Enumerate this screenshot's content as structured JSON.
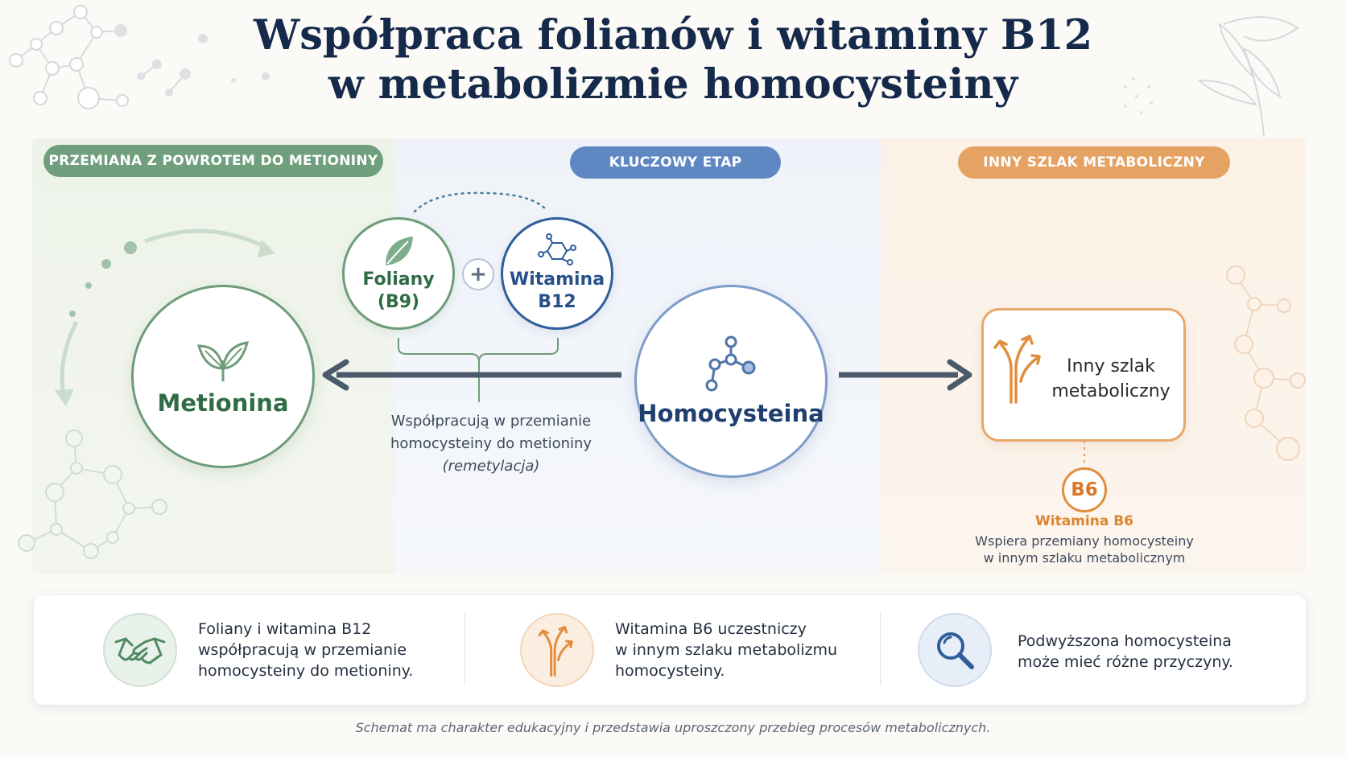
{
  "title": {
    "line1": "Współpraca folianów i witaminy B12",
    "line2": "w metabolizmie homocysteiny"
  },
  "sections": {
    "left_header": "PRZEMIANA Z POWROTEM DO METIONINY",
    "center_header": "KLUCZOWY ETAP",
    "right_header": "INNY SZLAK METABOLICZNY"
  },
  "nodes": {
    "metionina": "Metionina",
    "foliany_line1": "Foliany",
    "foliany_line2": "(B9)",
    "b12_line1": "Witamina",
    "b12_line2": "B12",
    "plus": "+",
    "homocysteina": "Homocysteina"
  },
  "remethylation": {
    "line1": "Współpracują w przemianie",
    "line2": "homocysteiny do metioniny",
    "line3": "(remetylacja)"
  },
  "other_path": {
    "line1": "Inny szlak",
    "line2": "metaboliczny",
    "badge": "B6",
    "vitamin_name": "Witamina B6",
    "desc_line1": "Wspiera przemiany homocysteiny",
    "desc_line2": "w innym szlaku metabolicznym"
  },
  "summary": [
    {
      "icon": "handshake-icon",
      "line1": "Foliany i witamina B12",
      "line2": "współpracują w przemianie",
      "line3": "homocysteiny do metioniny."
    },
    {
      "icon": "branching-arrows-icon",
      "line1": "Witamina B6 uczestniczy",
      "line2": "w innym szlaku metabolizmu",
      "line3": "homocysteiny."
    },
    {
      "icon": "magnifier-icon",
      "line1": "Podwyższona homocysteina",
      "line2": "może mieć różne przyczyny."
    }
  ],
  "footnote": "Schemat ma charakter edukacyjny i przedstawia uproszczony przebieg procesów metabolicznych.",
  "colors": {
    "green": "#6f9f7c",
    "blue": "#5f87c2",
    "orange": "#e5a262",
    "navy": "#15294a"
  }
}
